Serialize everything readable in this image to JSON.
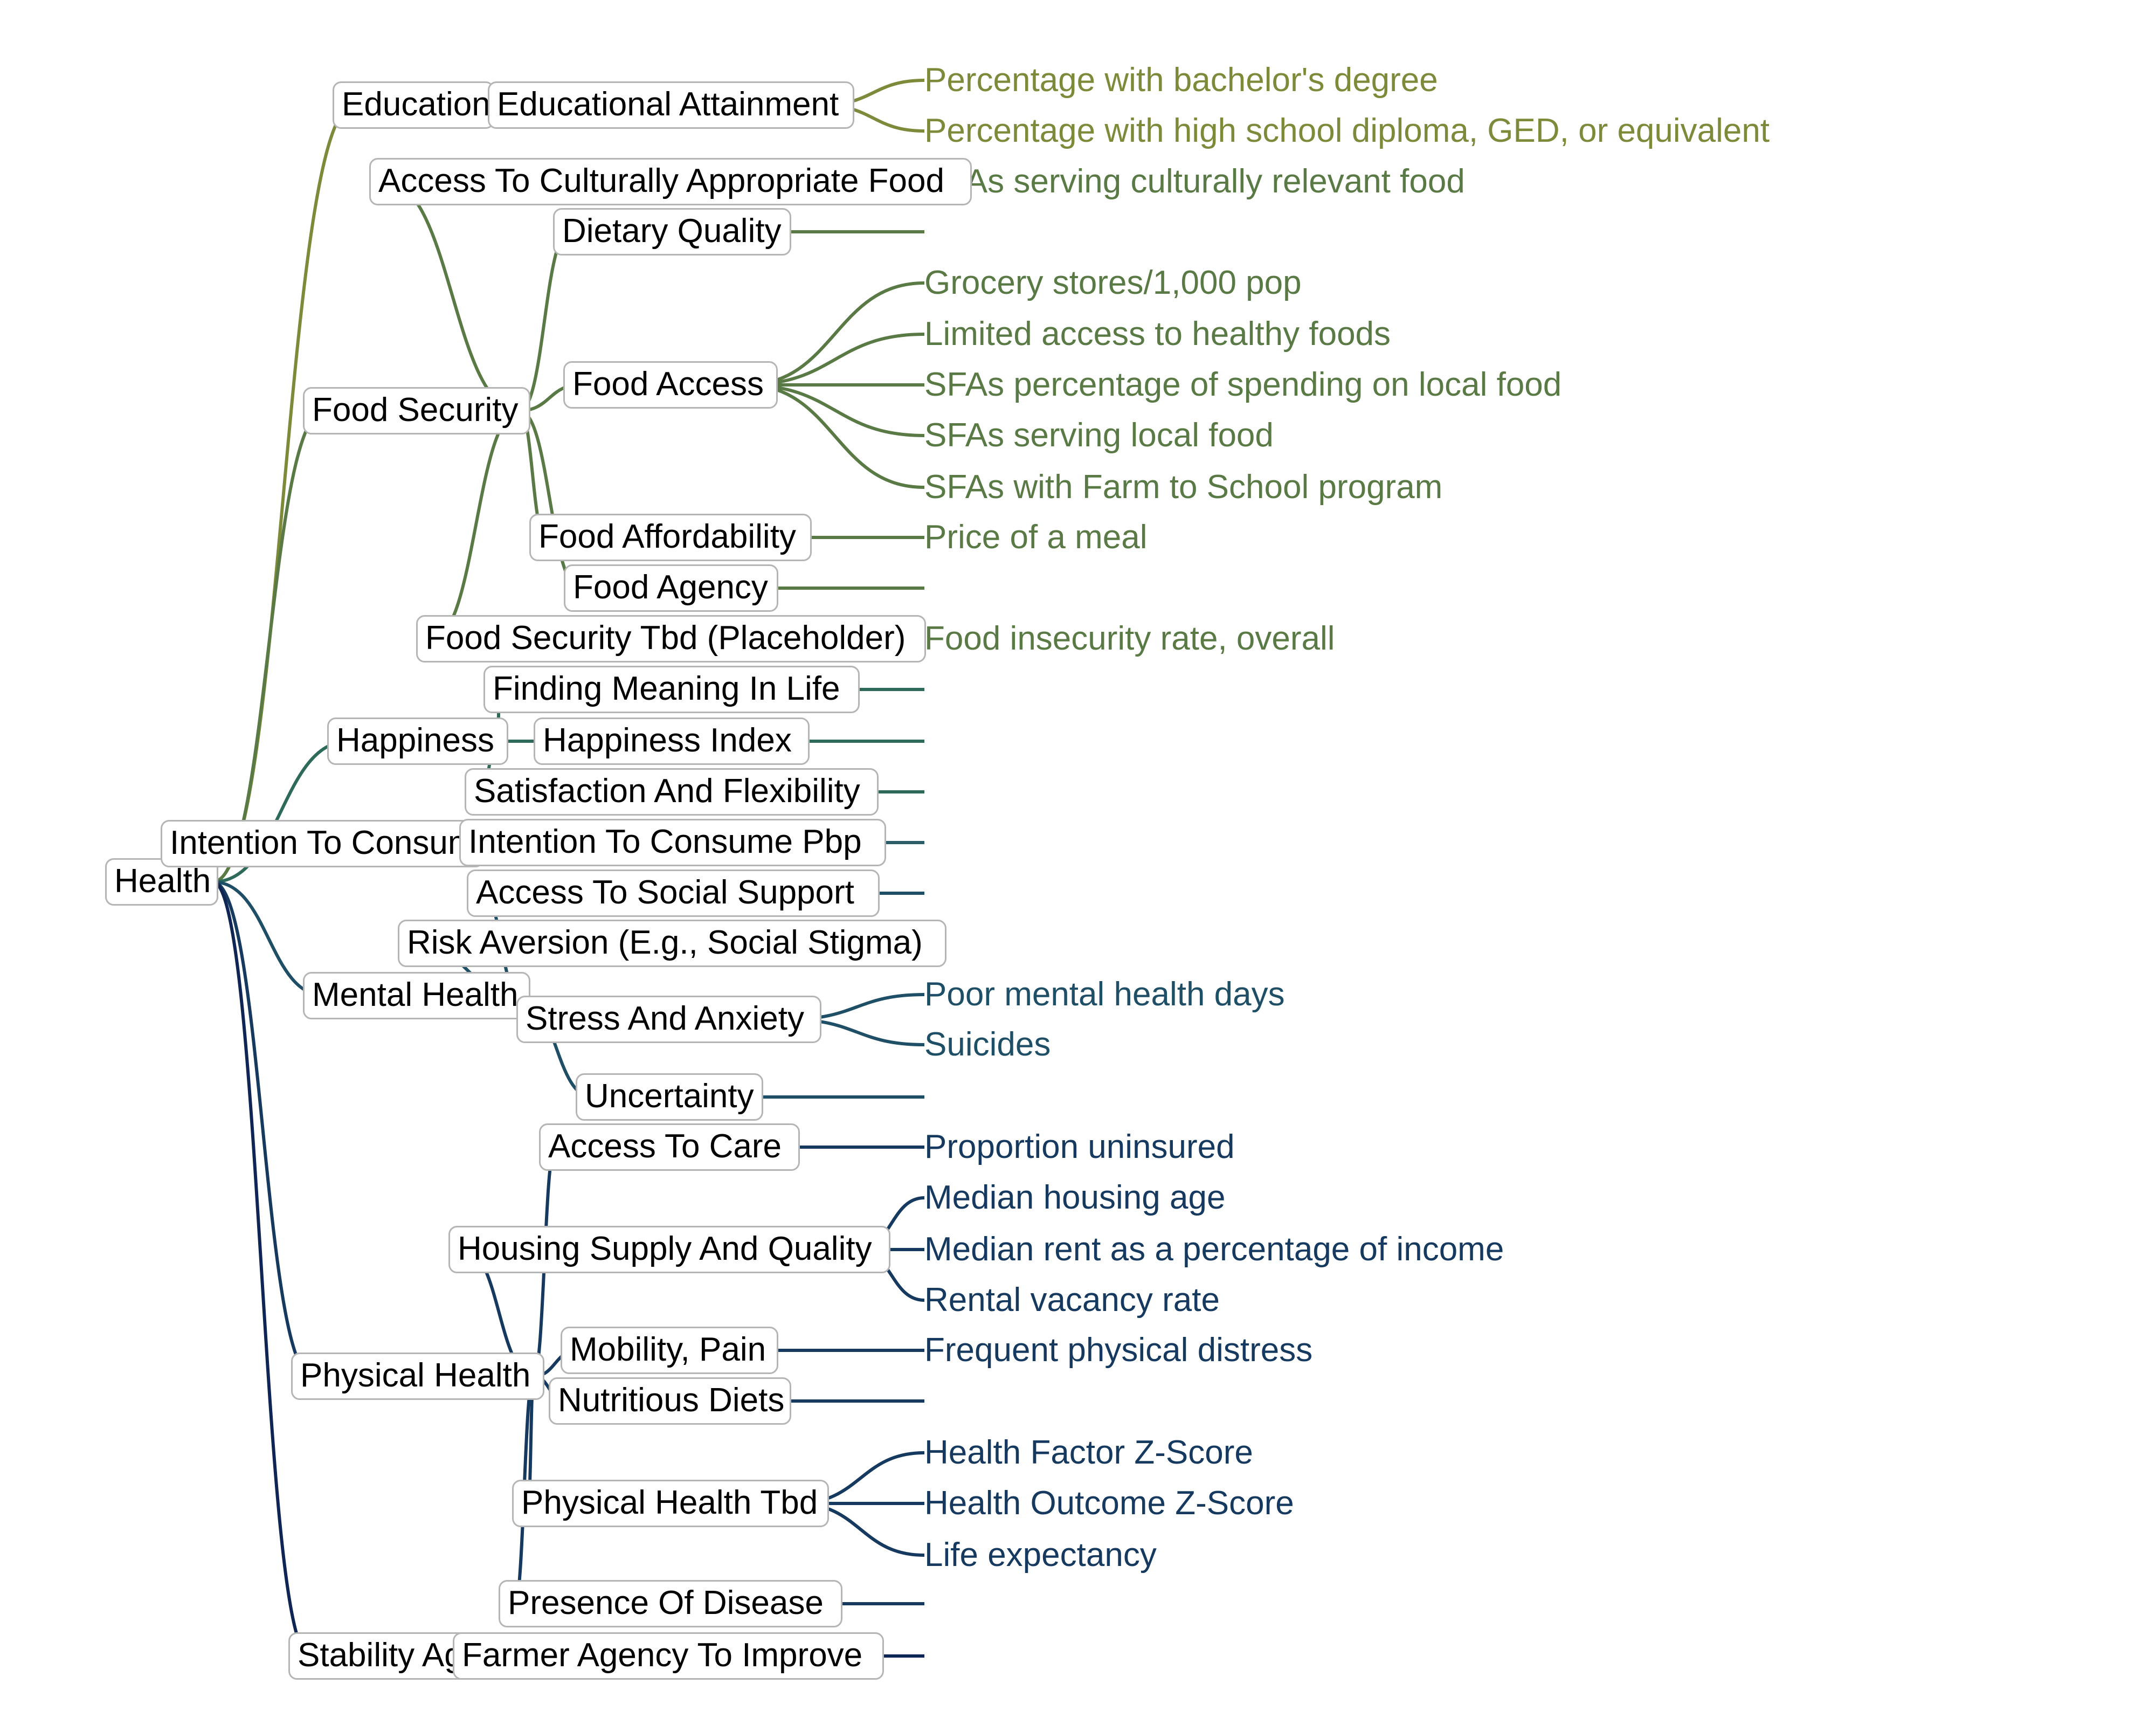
{
  "colors": {
    "education": "#7d8a3a",
    "food": "#5a7a45",
    "happiness": "#2e6a5a",
    "intention": "#2a5d66",
    "mental": "#1f4f66",
    "physical": "#15395f",
    "stability": "#0f2654"
  },
  "root": {
    "label": "Health",
    "icon": "none"
  },
  "branches": [
    {
      "id": "education",
      "label": "Education",
      "color_key": "education",
      "subs": [
        {
          "label": "Educational Attainment",
          "leaves": [
            "Percentage with bachelor's degree",
            "Percentage with high school diploma, GED, or equivalent"
          ]
        }
      ]
    },
    {
      "id": "food",
      "label": "Food Security",
      "color_key": "food",
      "subs": [
        {
          "label": "Access To Culturally Appropriate Food",
          "leaves": [
            "SFAs serving culturally relevant food"
          ]
        },
        {
          "label": "Dietary Quality",
          "leaves": []
        },
        {
          "label": "Food Access",
          "leaves": [
            "Grocery stores/1,000 pop",
            "Limited access to healthy foods",
            "SFAs percentage of spending on local food",
            "SFAs serving local food",
            "SFAs with Farm to School program"
          ]
        },
        {
          "label": "Food Affordability",
          "leaves": [
            "Price of a meal"
          ]
        },
        {
          "label": "Food Agency",
          "leaves": []
        },
        {
          "label": "Food Security Tbd (Placeholder)",
          "leaves": [
            "Food insecurity rate, overall"
          ]
        }
      ]
    },
    {
      "id": "happiness",
      "label": "Happiness",
      "color_key": "happiness",
      "subs": [
        {
          "label": "Finding Meaning In Life",
          "leaves": []
        },
        {
          "label": "Happiness Index",
          "leaves": []
        },
        {
          "label": "Satisfaction And Flexibility",
          "leaves": []
        }
      ]
    },
    {
      "id": "intention",
      "label": "Intention To Consume Pbp",
      "color_key": "intention",
      "subs": [
        {
          "label": "Intention To Consume Pbp",
          "leaves": []
        }
      ]
    },
    {
      "id": "mental",
      "label": "Mental Health",
      "color_key": "mental",
      "subs": [
        {
          "label": "Access To Social Support",
          "leaves": []
        },
        {
          "label": "Risk Aversion (E.g., Social Stigma)",
          "leaves": []
        },
        {
          "label": "Stress And Anxiety",
          "leaves": [
            "Poor mental health days",
            "Suicides"
          ]
        },
        {
          "label": "Uncertainty",
          "leaves": []
        }
      ]
    },
    {
      "id": "physical",
      "label": "Physical Health",
      "color_key": "physical",
      "subs": [
        {
          "label": "Access To Care",
          "leaves": [
            "Proportion uninsured"
          ]
        },
        {
          "label": "Housing Supply And Quality",
          "leaves": [
            "Median housing age",
            "Median rent as a percentage of income",
            "Rental vacancy rate"
          ]
        },
        {
          "label": "Mobility, Pain",
          "leaves": [
            "Frequent physical distress"
          ]
        },
        {
          "label": "Nutritious Diets",
          "leaves": []
        },
        {
          "label": "Physical Health Tbd",
          "leaves": [
            "Health Factor Z-Score",
            "Health Outcome Z-Score",
            "Life expectancy"
          ]
        },
        {
          "label": "Presence Of Disease",
          "leaves": []
        }
      ]
    },
    {
      "id": "stability",
      "label": "Stability Agency",
      "color_key": "stability",
      "subs": [
        {
          "label": "Farmer Agency To Improve",
          "leaves": []
        }
      ]
    }
  ]
}
